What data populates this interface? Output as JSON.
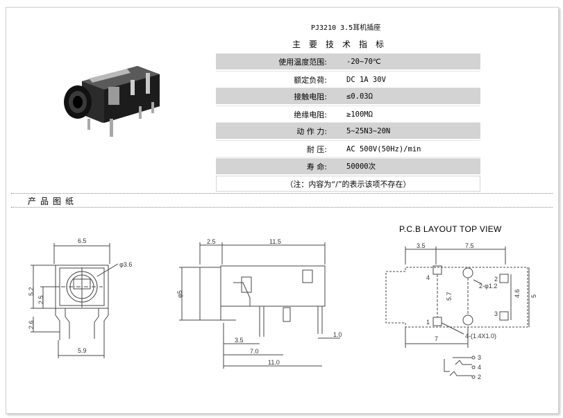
{
  "header": {
    "title": "PJ3210 3.5耳机插座",
    "subtitle": "主要技术指标"
  },
  "specs": [
    {
      "label": "使用温度范围:",
      "value": "-20~70℃"
    },
    {
      "label": "额定负荷:",
      "value": "DC 1A 30V"
    },
    {
      "label": "接触电阻:",
      "value": "≤0.03Ω"
    },
    {
      "label": "绝缘电阻:",
      "value": "≥100MΩ"
    },
    {
      "label": "动 作 力:",
      "value": "5~25N3~20N"
    },
    {
      "label": "耐    压:",
      "value": "AC 500V(50Hz)/min"
    },
    {
      "label": "寿    命:",
      "value": "50000次"
    }
  ],
  "note": "（注：内容为“/”的表示该项不存在）",
  "section": {
    "drawing_label": "产品图纸"
  },
  "front_view": {
    "dims": {
      "width": "6.5",
      "hole": "φ3.6",
      "height": "5.2",
      "center": "2.5",
      "leg": "2.6",
      "base": "5.9"
    }
  },
  "side_view": {
    "dims": {
      "front": "2.5",
      "length": "11.5",
      "dia": "φ5",
      "pin1": "3.5",
      "pin2": "7.0",
      "total": "11.0",
      "pin_w": "1.0"
    }
  },
  "pcb_view": {
    "title": "P.C.B LAYOUT    TOP VIEW",
    "dims": {
      "a": "3.5",
      "b": "7.5",
      "holes": "2-φ1.2",
      "h1": "5.7",
      "h2": "4.6",
      "h3": "5",
      "slot": "4-(1.4X1.0)",
      "w": "7"
    },
    "pins": [
      "1",
      "2",
      "3",
      "4"
    ],
    "schematic_pins": [
      "3",
      "4",
      "2"
    ]
  }
}
